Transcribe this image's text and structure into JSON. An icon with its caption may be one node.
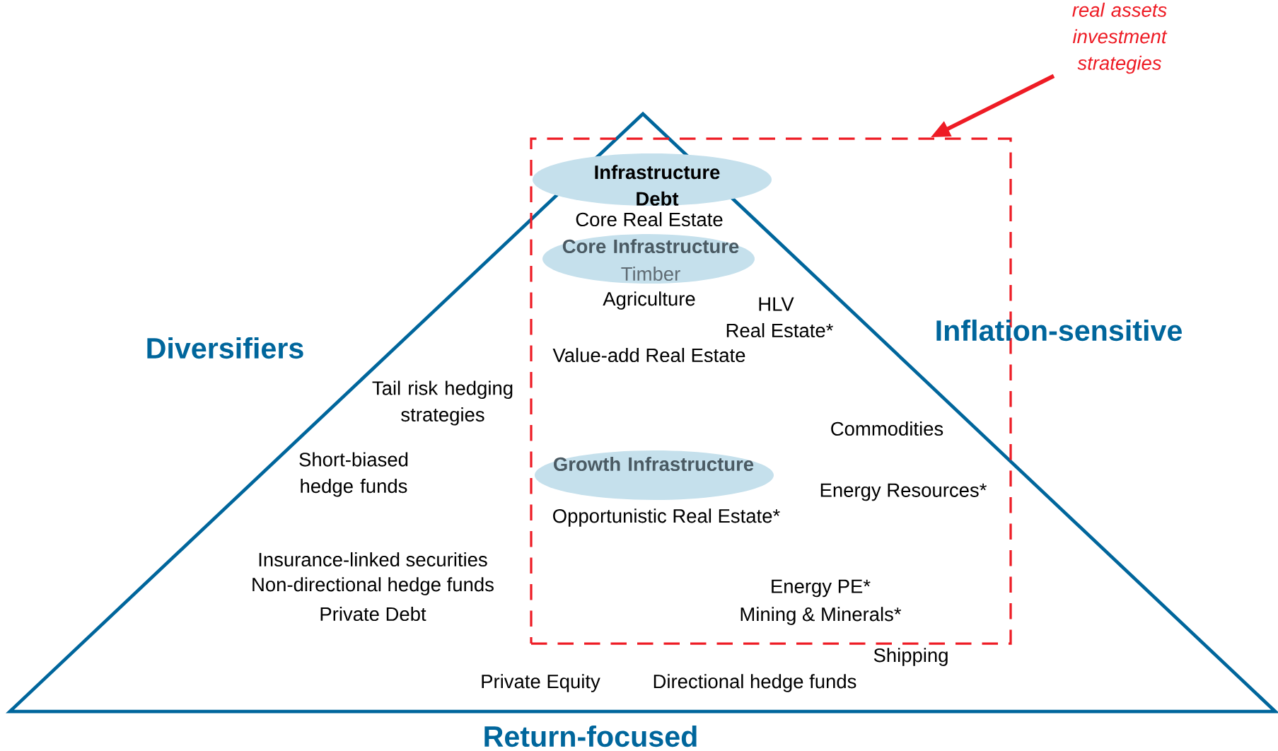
{
  "diagram": {
    "nodes": [
      {
        "text": [
          "real assets investment strategies"
        ]
      },
      {
        "text": [],
        "shape": "box"
      },
      {
        "text": [
          "Infrastructure Debt"
        ],
        "in": 1
      },
      {
        "text": [
          "Core Infrastructure",
          "Timber"
        ],
        "in": 1
      },
      {
        "text": [
          "Growth Infrastructure"
        ],
        "in": 1
      }
    ],
    "edges": [
      {
        "from": 0,
        "to": 1,
        "arrow": "to"
      }
    ],
    "labels": [
      "Diversifiers",
      "Inflation-sensitive",
      "Core Real Estate",
      "Agriculture",
      "HLV",
      "Real Estate*",
      "Value-add Real Estate",
      "Tail risk hedging strategies",
      "Commodities",
      "Short-biased hedge funds",
      "Energy Resources*",
      "Opportunistic Real Estate*",
      "Insurance-linked securities",
      "Non-directional hedge funds",
      "Energy PE*",
      "Private Debt",
      "Mining & Minerals*",
      "Shipping",
      "Private Equity",
      "Directional hedge funds",
      "Return-focused"
    ]
  }
}
